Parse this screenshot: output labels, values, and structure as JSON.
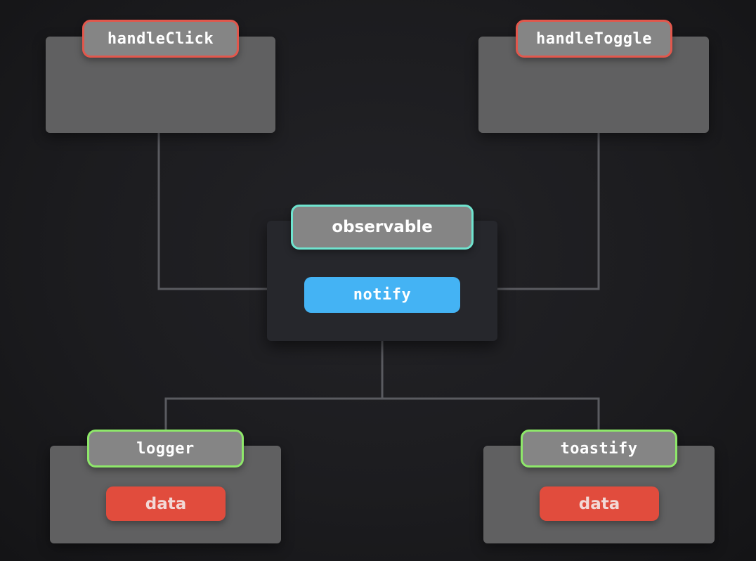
{
  "nodes": {
    "handle_click": {
      "label": "handleClick"
    },
    "handle_toggle": {
      "label": "handleToggle"
    },
    "observable": {
      "label": "observable",
      "method": "notify"
    },
    "logger": {
      "label": "logger",
      "payload": "data"
    },
    "toastify": {
      "label": "toastify",
      "payload": "data"
    }
  },
  "colors": {
    "background": "#1c1c1f",
    "card": "#606061",
    "center_card": "#26272c",
    "tag_fill": "#858585",
    "publisher_border": "#e2574c",
    "subscriber_border": "#8ee86a",
    "observable_border": "#6fe4cf",
    "notify_fill": "#44b3f4",
    "data_fill": "#e14c3d",
    "connector": "#5a5b60"
  }
}
